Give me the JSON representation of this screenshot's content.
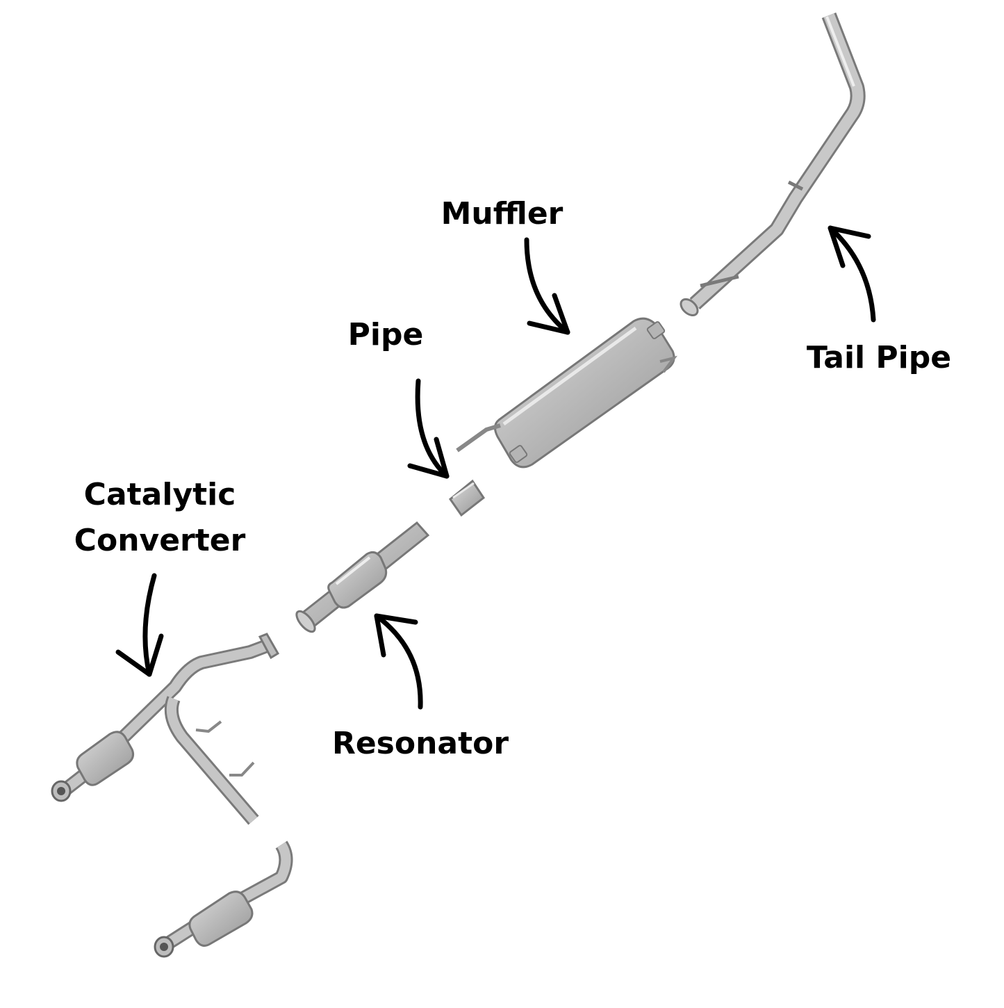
{
  "labels": {
    "muffler": "Muffler",
    "pipe": "Pipe",
    "tail_pipe": "Tail Pipe",
    "catalytic_line1": "Catalytic",
    "catalytic_line2": "Converter",
    "resonator": "Resonator"
  },
  "colors": {
    "metal_light": "#d9d9d9",
    "metal_mid": "#b3b3b3",
    "metal_dark": "#8c8c8c",
    "outline": "#6e6e6e",
    "arrow": "#000000",
    "text": "#000000",
    "background": "#ffffff"
  },
  "icons": {
    "arrow": "curved-arrow-icon"
  }
}
